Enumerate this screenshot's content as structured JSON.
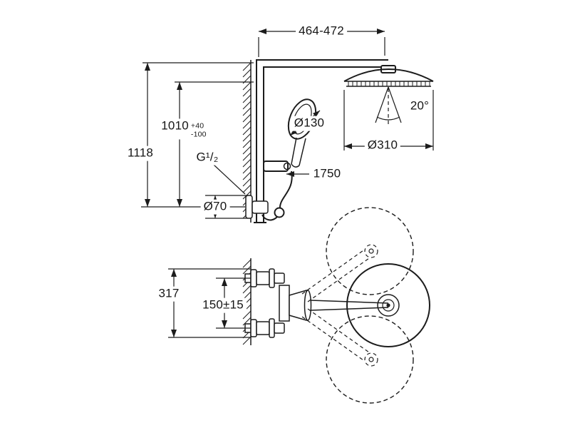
{
  "drawing": {
    "background": "#ffffff",
    "line_color": "#1c1c1c",
    "labels": {
      "arm_reach": "464-472",
      "height_main": "1010",
      "height_tol_plus": "+40",
      "height_tol_minus": "-100",
      "height_overall": "1118",
      "thread": "G¹/₂",
      "hand_shower_dia": "Ø130",
      "head_shower_dia": "Ø310",
      "tilt_angle": "20°",
      "hose_length": "1750",
      "rose_dia": "Ø70",
      "mixer_height": "317",
      "connection_spacing": "150±15"
    }
  }
}
